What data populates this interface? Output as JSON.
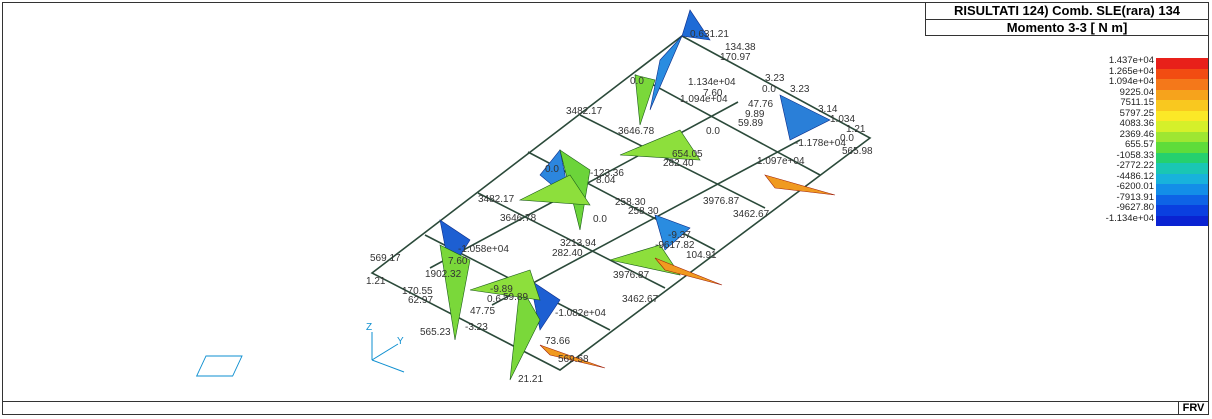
{
  "header": {
    "title": "RISULTATI  124) Comb. SLE(rara)  134",
    "subtitle": "Momento 3-3 [ N  m]"
  },
  "legend": {
    "values": [
      "1.437e+04",
      "1.265e+04",
      "1.094e+04",
      "9225.04",
      "7511.15",
      "5797.25",
      "4083.36",
      "2369.46",
      "655.57",
      "-1058.33",
      "-2772.22",
      "-4486.12",
      "-6200.01",
      "-7913.91",
      "-9627.80",
      "-1.134e+04"
    ],
    "colors": [
      "#e8201a",
      "#f24c12",
      "#f4781a",
      "#f6a31c",
      "#f9c81f",
      "#fbe827",
      "#d5f02a",
      "#9ee632",
      "#5edc3a",
      "#25d06e",
      "#1ac6b4",
      "#18b2dc",
      "#138ee8",
      "#0e63e6",
      "#0a3fe0",
      "#0a23d2"
    ]
  },
  "model": {
    "labels": [
      "0.631.21",
      "134.38",
      "170.97",
      "0.0",
      "1.134e+04",
      "0.0",
      "3.23",
      "3.23",
      "7.60",
      "1.094e+04",
      "47.76",
      "3482.17",
      "3646.78",
      "9.89",
      "59.89",
      "3.14",
      "1.034",
      "1.21",
      "0.0",
      "0.0",
      "-1.178e+04",
      "565.98",
      "654.05",
      "1.097e+04",
      "282.40",
      "0.0",
      "-123.36",
      "8.04",
      "3482.17",
      "3646.78",
      "258.30",
      "258.30",
      "3976.87",
      "3462.67",
      "0.0",
      "-1.058e+04",
      "3213.94",
      "282.40",
      "569.17",
      "7.60",
      "1902.32",
      "-9.37",
      "-9617.82",
      "104.91",
      "1.21",
      "170.55",
      "62.97",
      "-9.89",
      "0.6",
      "59.89",
      "3976.87",
      "3462.67",
      "47.75",
      "-1.082e+04",
      "73.66",
      "-3.23",
      "21.21",
      "569.58",
      "565.23"
    ],
    "axis": {
      "z": "Z",
      "y": "Y"
    }
  },
  "status": {
    "label": "FRV"
  }
}
